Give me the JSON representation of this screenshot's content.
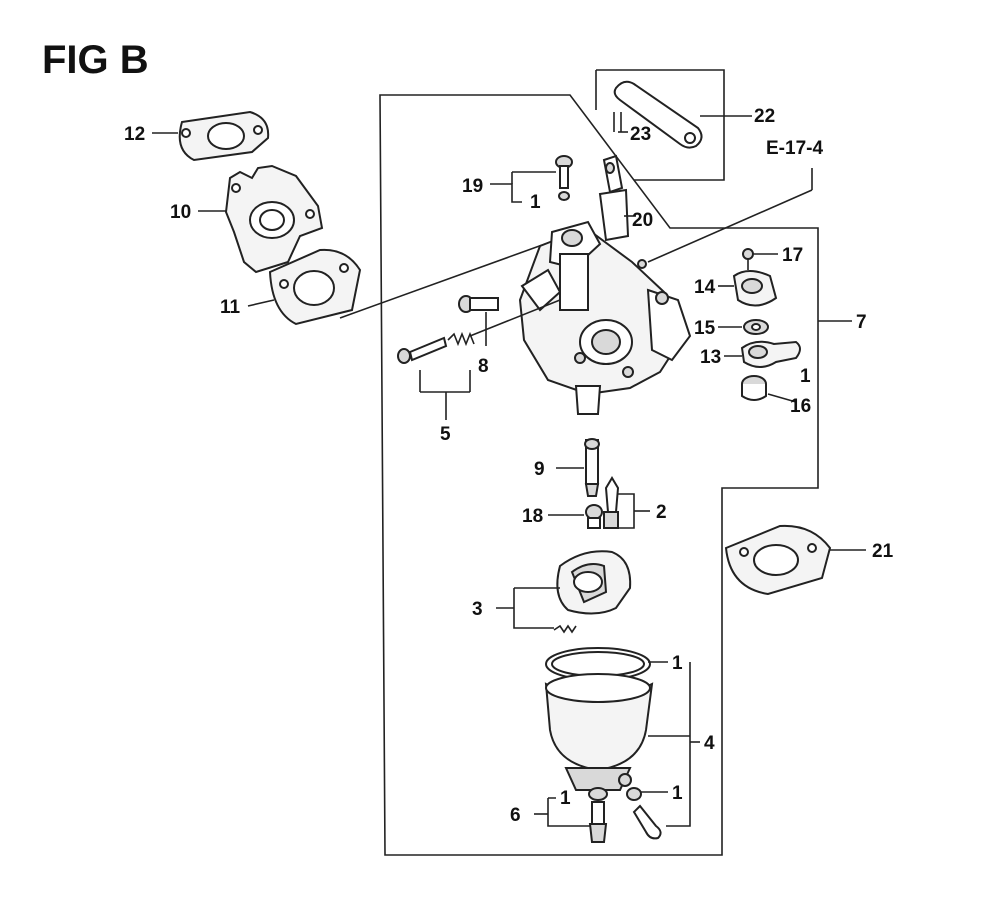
{
  "figure": {
    "title": "FIG B",
    "reference_code": "E-17-4"
  },
  "callouts": [
    {
      "id": "c12",
      "text": "12"
    },
    {
      "id": "c10",
      "text": "10"
    },
    {
      "id": "c11",
      "text": "11"
    },
    {
      "id": "c19",
      "text": "19"
    },
    {
      "id": "c19-1",
      "text": "1"
    },
    {
      "id": "c20",
      "text": "20"
    },
    {
      "id": "c22",
      "text": "22"
    },
    {
      "id": "c23",
      "text": "23"
    },
    {
      "id": "c17",
      "text": "17"
    },
    {
      "id": "c14",
      "text": "14"
    },
    {
      "id": "c7",
      "text": "7"
    },
    {
      "id": "c15",
      "text": "15"
    },
    {
      "id": "c13",
      "text": "13"
    },
    {
      "id": "c13-1",
      "text": "1"
    },
    {
      "id": "c16",
      "text": "16"
    },
    {
      "id": "c8",
      "text": "8"
    },
    {
      "id": "c5",
      "text": "5"
    },
    {
      "id": "c9",
      "text": "9"
    },
    {
      "id": "c18",
      "text": "18"
    },
    {
      "id": "c2",
      "text": "2"
    },
    {
      "id": "c21",
      "text": "21"
    },
    {
      "id": "c3",
      "text": "3"
    },
    {
      "id": "c4-1a",
      "text": "1"
    },
    {
      "id": "c4",
      "text": "4"
    },
    {
      "id": "c4-1b",
      "text": "1"
    },
    {
      "id": "c6-1",
      "text": "1"
    },
    {
      "id": "c6",
      "text": "6"
    }
  ]
}
